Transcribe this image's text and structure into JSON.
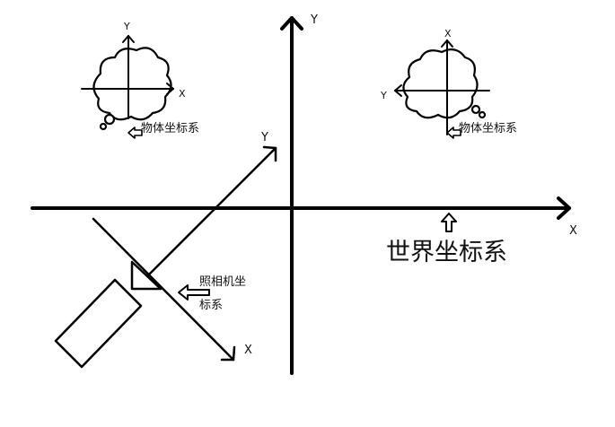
{
  "world": {
    "x_label": "X",
    "y_label": "Y",
    "title": "世界坐标系"
  },
  "camera": {
    "x_label": "X",
    "y_label": "Y",
    "title_line1": "照相机坐",
    "title_line2": "标系"
  },
  "object_left": {
    "x_label": "X",
    "y_label": "Y",
    "title": "物体坐标系"
  },
  "object_right": {
    "x_label": "X",
    "y_label": "Y",
    "title": "物体坐标系"
  }
}
